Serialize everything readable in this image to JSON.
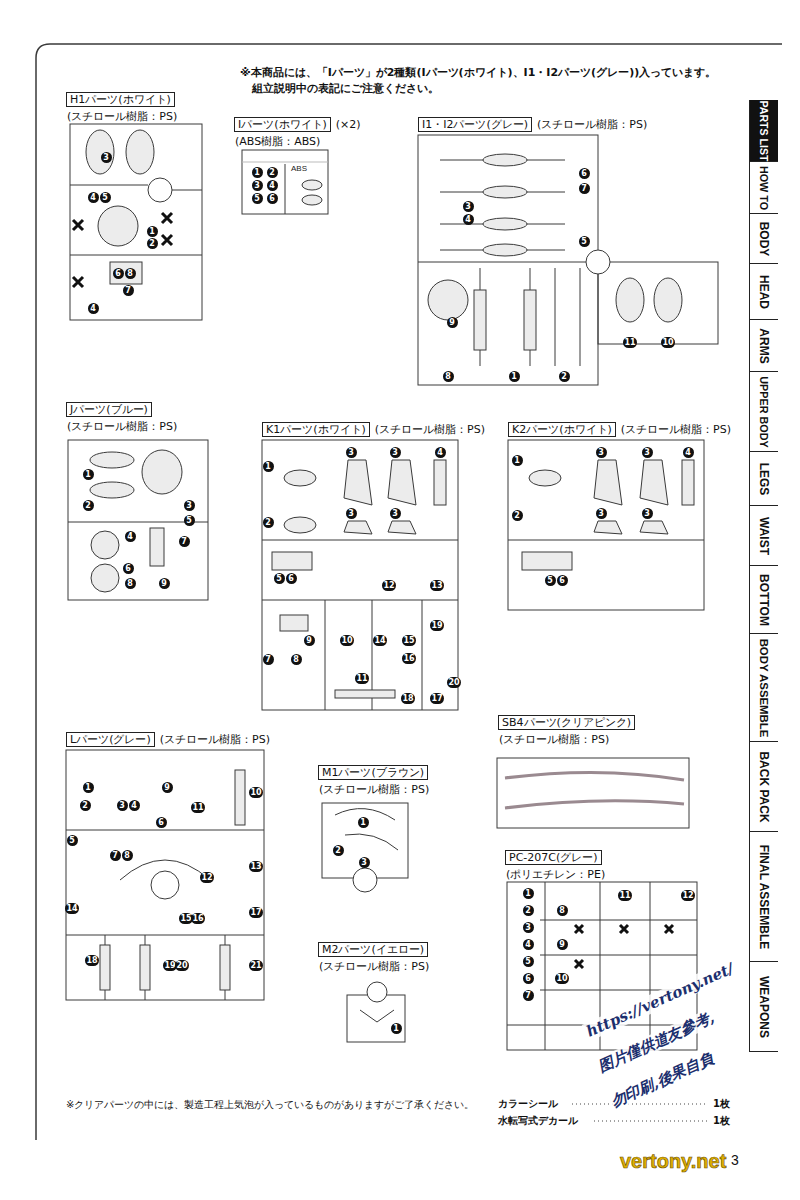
{
  "diagram": {
    "nodes": [
      {
        "text": [
          "H1パーツ(ホワイト)",
          "(スチロール樹脂：PS)"
        ]
      },
      {
        "text": [
          "Iパーツ(ホワイト)",
          "(×2)",
          "(ABS樹脂：ABS)"
        ]
      },
      {
        "text": [
          "I1・I2パーツ(グレー)",
          "(スチロール樹脂：PS)"
        ]
      },
      {
        "text": [
          "Jパーツ(ブルー)",
          "(スチロール樹脂：PS)"
        ]
      },
      {
        "text": [
          "K1パーツ(ホワイト)",
          "(スチロール樹脂：PS)"
        ]
      },
      {
        "text": [
          "K2パーツ(ホワイト)",
          "(スチロール樹脂：PS)"
        ]
      },
      {
        "text": [
          "SB4パーツ(クリアピンク)",
          "(スチロール樹脂：PS)"
        ]
      },
      {
        "text": [
          "Lパーツ(グレー)",
          "(スチロール樹脂：PS)"
        ]
      },
      {
        "text": [
          "M1パーツ(ブラウン)",
          "(スチロール樹脂：PS)"
        ]
      },
      {
        "text": [
          "M2パーツ(イエロー)",
          "(スチロール樹脂：PS)"
        ]
      },
      {
        "text": [
          "PC-207C(グレー)",
          "(ポリエチレン：PE)"
        ]
      },
      {
        "text": [
          "PARTS LIST"
        ]
      },
      {
        "text": [
          "HOW TO"
        ]
      },
      {
        "text": [
          "BODY"
        ]
      },
      {
        "text": [
          "HEAD"
        ]
      },
      {
        "text": [
          "ARMS"
        ]
      },
      {
        "text": [
          "UPPER BODY"
        ]
      },
      {
        "text": [
          "LEGS"
        ]
      },
      {
        "text": [
          "WAIST"
        ]
      },
      {
        "text": [
          "BOTTOM"
        ]
      },
      {
        "text": [
          "BODY ASSEMBLE"
        ]
      },
      {
        "text": [
          "BACK PACK"
        ]
      },
      {
        "text": [
          "FINAL ASSEMBLE"
        ]
      },
      {
        "text": [
          "WEAPONS"
        ]
      }
    ],
    "labels": [
      "※本商品には、「Iパーツ」が2種類(Iパーツ(ホワイト)、I1・I2パーツ(グレー))入っています。",
      "組立説明中の表記にご注意ください。",
      "ABS",
      "※クリアパーツの中には、製造工程上気泡が入っているものがありますがご了承ください。",
      "カラーシール",
      "1枚",
      "水転写式デカール",
      "1枚",
      "3",
      "https://vertony.net/",
      "图片僅供道友參考,",
      "勿印刷,後果自負",
      "vertony.net",
      "3",
      "4",
      "5",
      "1",
      "2",
      "6",
      "8",
      "7",
      "4",
      "1",
      "2",
      "3",
      "4",
      "5",
      "6",
      "6",
      "7",
      "3",
      "4",
      "5",
      "9",
      "10",
      "11",
      "8",
      "1",
      "2",
      "1",
      "2",
      "3",
      "5",
      "7",
      "4",
      "6",
      "8",
      "9",
      "1",
      "3",
      "3",
      "4",
      "2",
      "3",
      "3",
      "5",
      "6",
      "12",
      "13",
      "9",
      "10",
      "14",
      "15",
      "19",
      "7",
      "8",
      "16",
      "11",
      "18",
      "17",
      "20",
      "1",
      "3",
      "3",
      "4",
      "2",
      "3",
      "3",
      "5",
      "6",
      "1",
      "2",
      "3",
      "4",
      "9",
      "10",
      "11",
      "6",
      "5",
      "7",
      "8",
      "13",
      "12",
      "14",
      "15",
      "16",
      "17",
      "18",
      "19",
      "20",
      "21",
      "1",
      "2",
      "3",
      "1",
      "1",
      "2",
      "3",
      "4",
      "5",
      "6",
      "7",
      "8",
      "9",
      "10",
      "11",
      "12"
    ]
  }
}
